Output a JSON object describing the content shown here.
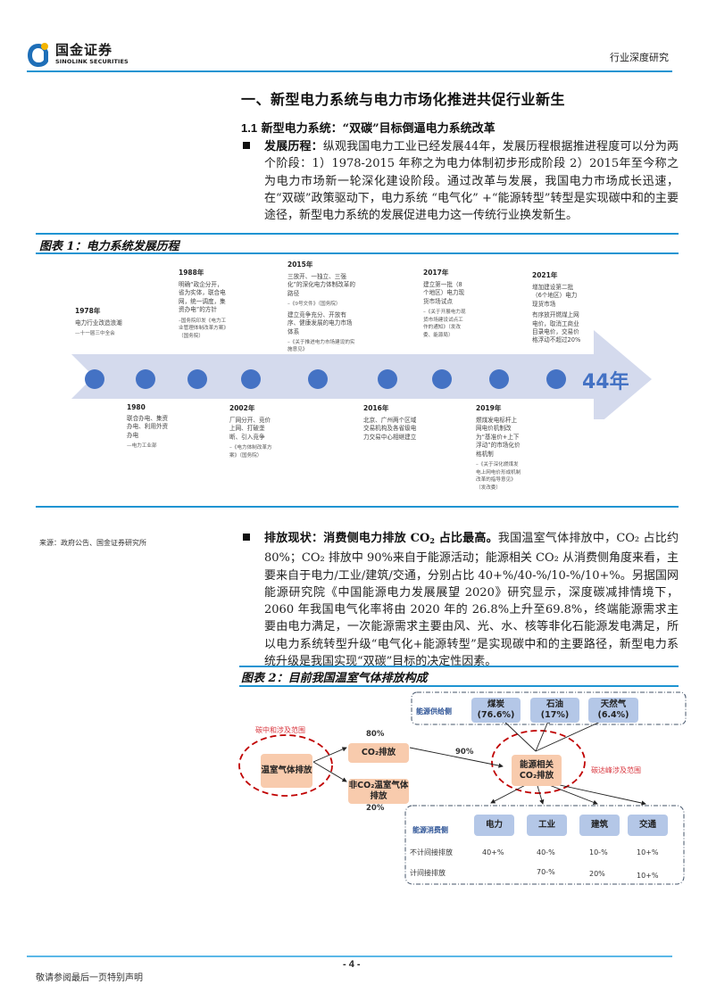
{
  "header": {
    "logo_cn": "国金证券",
    "logo_en": "SINOLINK SECURITIES",
    "report_type": "行业深度研究",
    "brand_color": "#1e94d2"
  },
  "section": {
    "title": "一、新型电力系统与电力市场化推进共促行业新生",
    "subsection_num": "1.1",
    "subsection_title": "新型电力系统：“双碳”目标倒逼电力系统改革"
  },
  "para1": {
    "lead": "发展历程：",
    "text": "纵观我国电力工业已经发展44年，发展历程根据推进程度可以分为两个阶段：1）1978-2015 年称之为电力体制初步形成阶段 2）2015年至今称之为电力市场新一轮深化建设阶段。通过改革与发展，我国电力市场成长迅速，在“双碳”政策驱动下，电力系统 “电气化” +“能源转型”转型是实现碳中和的主要途径，新型电力系统的发展促进电力这一传统行业换发新生。"
  },
  "figure1": {
    "title": "图表 1：电力系统发展历程",
    "total_years": "44年",
    "events_top": [
      {
        "year": "1978年",
        "desc": "电力行业改造浪潮",
        "source": "—十一届三中全会"
      },
      {
        "year": "1988年",
        "desc": "明确“政企分开，省为实体，联合电网，统一调度，集资办电”的方针",
        "source": "–国务院印发《电力工业管理体制改革方案》（国务院）"
      },
      {
        "year": "2015年",
        "desc": "三放开、一独立、三强化”的深化电力体制改革的路径",
        "source": "–《9号文件》（国务院）",
        "desc2": "建立竞争充分、开放有序、健康发展的电力市场体系",
        "source2": "–《关于推进电力市场建设的实施意见》"
      },
      {
        "year": "2017年",
        "desc": "建立第一批（8个地区）电力现货市场试点",
        "source": "–《关于开展电力现货市场建设试点工作的通知》（发改委、能源局）"
      },
      {
        "year": "2021年",
        "desc": "增加建设第二批（6个地区）电力现货市场",
        "desc2": "有序放开燃煤上网电价，取消工商业目录电价，交易价格浮动不超过20%"
      }
    ],
    "events_bottom": [
      {
        "year": "1980",
        "desc": "联合办电、集资办电、利用外资办电",
        "source": "—电力工业部"
      },
      {
        "year": "2002年",
        "desc": "厂网分开、竞价上网、打破垄断、引入竞争",
        "source": "–《电力体制改革方案》（国务院）"
      },
      {
        "year": "2016年",
        "desc": "北京、广州两个区域交易机构及各省级电力交易中心相继建立"
      },
      {
        "year": "2019年",
        "desc": "燃煤发电标杆上网电价机制改为“基准价+上下浮动”的市场化价格机制",
        "source": "–《关于深化燃煤发电上网电价形成机制改革的指导意见》（发改委）"
      }
    ],
    "source_note": "来源：政府公告、国金证券研究所",
    "arrow_color": "#d4daed",
    "dot_color": "#4472c4"
  },
  "para2": {
    "lead_a": "排放现状：消费侧电力排放 CO",
    "lead_sub": "2",
    "lead_b": " 占比最高。",
    "text": "我国温室气体排放中，CO₂ 占比约 80%；CO₂ 排放中 90%来自于能源活动；能源相关 CO₂ 从消费侧角度来看，主要来自于电力/工业/建筑/交通，分别占比 40+%/40-%/10-%/10+%。另据国网能源研究院《中国能源电力发展展望 2020》研究显示，深度碳减排情境下，2060 年我国电气化率将由 2020 年的 26.8%上升至69.8%，终端能源需求主要由电力满足，一次能源需求主要由风、光、水、核等非化石能源发电满足，所以电力系统转型升级“电气化+能源转型”是实现碳中和的主要路径，新型电力系统升级是我国实现“双碳”目标的决定性因素。"
  },
  "figure2": {
    "title": "图表 2：目前我国温室气体排放构成",
    "carbon_neutral_label": "碳中和涉及范围",
    "carbon_peak_label": "碳达峰涉及范围",
    "ghg_box": "温室气体排放",
    "co2_box": "CO₂排放",
    "non_co2_box": "非CO₂温室气体排放",
    "energy_co2_box": "能源相关CO₂排放",
    "pct_co2": "80%",
    "pct_non_co2": "20%",
    "pct_energy": "90%",
    "supply": {
      "label": "能源供给侧",
      "items": [
        {
          "name": "煤炭",
          "share": "(76.6%)"
        },
        {
          "name": "石油",
          "share": "(17%)"
        },
        {
          "name": "天然气",
          "share": "(6.4%)"
        }
      ]
    },
    "demand": {
      "label": "能源消费侧",
      "sectors": [
        "电力",
        "工业",
        "建筑",
        "交通"
      ],
      "rows": [
        {
          "label": "不计间接排放",
          "values": [
            "40+%",
            "40-%",
            "10-%",
            "10+%"
          ]
        },
        {
          "label": "计间接排放",
          "values": [
            "",
            "70-%",
            "20%",
            "10+%"
          ]
        }
      ]
    }
  },
  "footer": {
    "page": "- 4 -",
    "note": "敬请参阅最后一页特别声明"
  }
}
